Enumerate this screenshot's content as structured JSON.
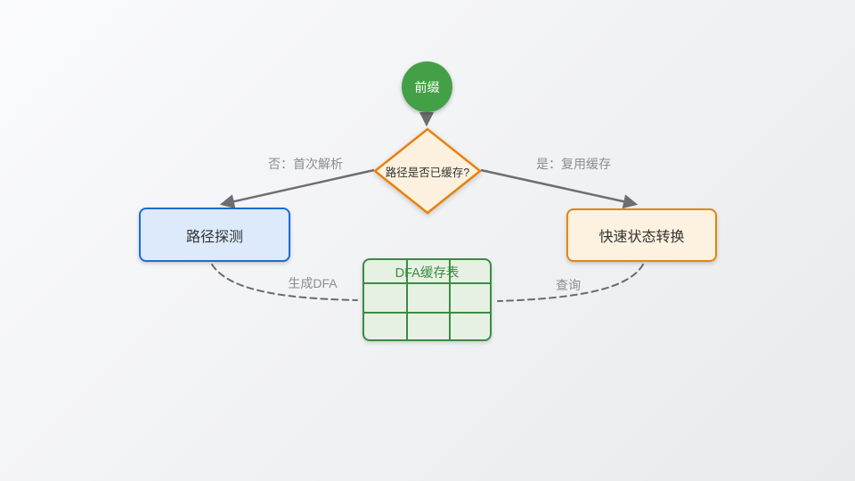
{
  "nodes": {
    "start": {
      "label": "前缀",
      "fill": "#43A047",
      "text_color": "#FFFFFF"
    },
    "decision": {
      "label": "路径是否已缓存?",
      "fill": "#FCF1DF",
      "border": "#E8820D"
    },
    "left_box": {
      "label": "路径探测",
      "fill": "#DCEAFB",
      "border": "#1C6BD3"
    },
    "right_box": {
      "label": "快速状态转换",
      "fill": "#FDF2E0",
      "border": "#E8830E"
    },
    "cache_table": {
      "title": "DFA缓存表",
      "fill": "#E6F1E4",
      "border": "#3C8B41",
      "rows": 3,
      "cols": 3
    }
  },
  "edges": {
    "no_branch_label": "否：首次解析",
    "yes_branch_label": "是：复用缓存",
    "generate_label": "生成DFA",
    "query_label": "查询"
  },
  "colors": {
    "solid_arrow": "#6E6E6E",
    "dashed_arrow": "#6A6A6A",
    "edge_label_text": "#8C8C8C",
    "background_top": "#FAFBFC",
    "background_bottom": "#E8EAEC"
  }
}
